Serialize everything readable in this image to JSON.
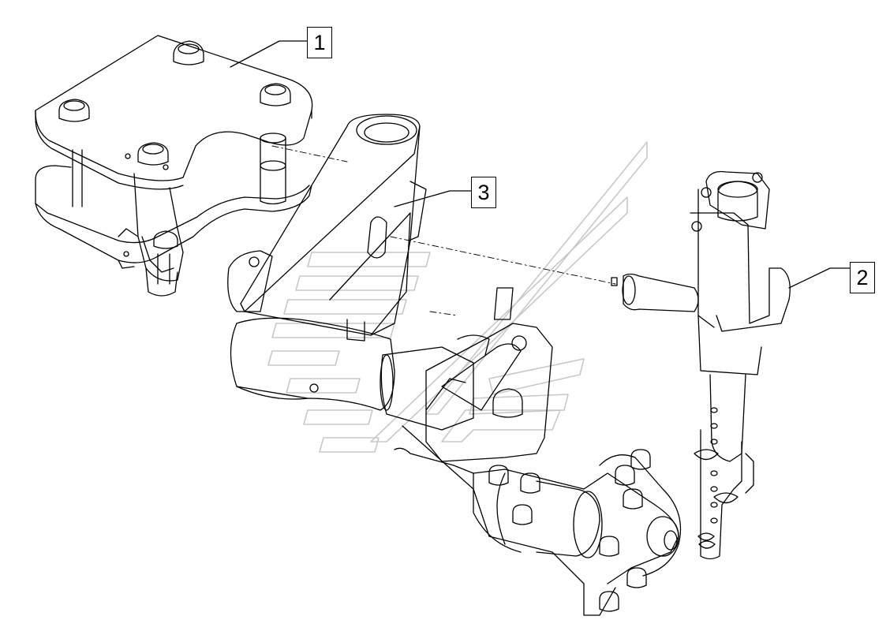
{
  "callouts": [
    {
      "id": "1",
      "label": "1"
    },
    {
      "id": "2",
      "label": "2"
    },
    {
      "id": "3",
      "label": "3"
    }
  ],
  "colors": {
    "line": "#000000",
    "paper": "#ffffff",
    "watermark": "#c8c8c8"
  },
  "watermark": {
    "icon": "watermark-logo-icon"
  }
}
